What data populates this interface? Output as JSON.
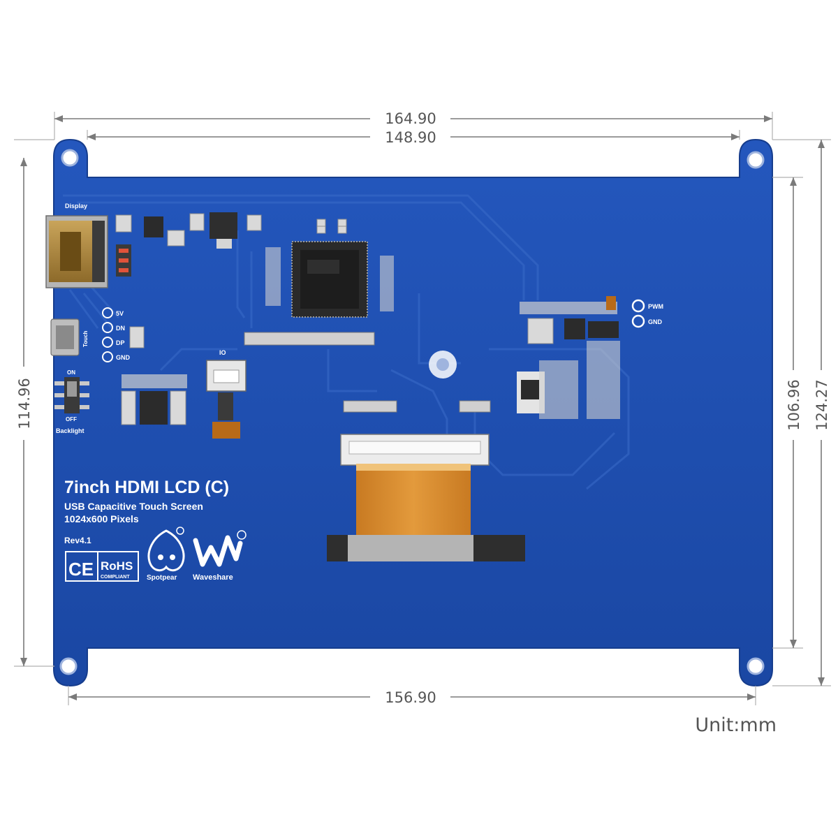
{
  "dimensions": {
    "top_outer": "164.90",
    "top_inner": "148.90",
    "bottom": "156.90",
    "left_height": "114.96",
    "right_inner_height": "106.96",
    "right_outer_height": "124.27",
    "unit_label": "Unit:mm"
  },
  "board": {
    "title": "7inch HDMI LCD (C)",
    "subtitle_1": "USB Capacitive Touch Screen",
    "subtitle_2": "1024x600 Pixels",
    "revision": "Rev4.1",
    "brand_left": "Spotpear",
    "brand_right": "Waveshare",
    "cert_ce": "CE",
    "cert_rohs": "RoHS",
    "cert_rohs_sub": "COMPLIANT",
    "label_display": "Display",
    "label_touch": "Touch",
    "label_on": "ON",
    "label_off": "OFF",
    "label_backlight": "Backlight",
    "pin_5v": "5V",
    "pin_dn": "DN",
    "pin_dp": "DP",
    "pin_gnd": "GND",
    "pin_pwm": "PWM",
    "pin_gnd2": "GND",
    "label_io": "IO"
  },
  "colors": {
    "pcb_blue": "#1f4fb0",
    "pcb_dark": "#173f94",
    "fpc_orange": "#d98a2b",
    "dimension_gray": "#555555"
  }
}
